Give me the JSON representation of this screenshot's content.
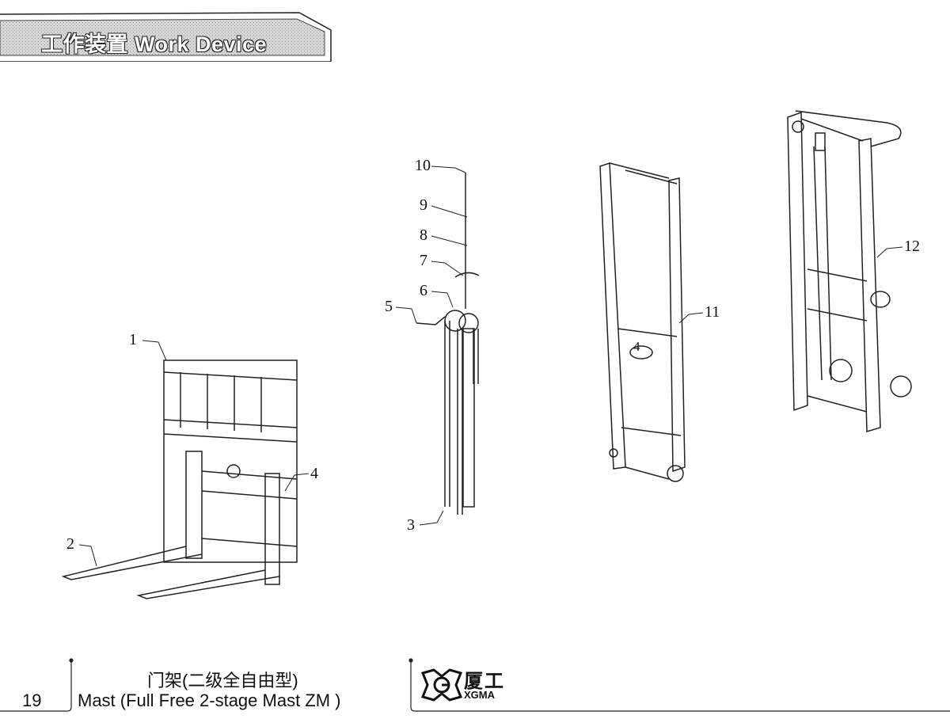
{
  "header": {
    "title": "工作装置 Work Device"
  },
  "callouts": [
    "1",
    "2",
    "3",
    "4",
    "5",
    "6",
    "7",
    "8",
    "9",
    "10",
    "11",
    "12",
    "4"
  ],
  "footer": {
    "page_number": "19",
    "caption_cn": "门架(二级全自由型)",
    "caption_en": "Mast (Full Free 2-stage Mast ZM )",
    "logo_cn": "厦工",
    "logo_en": "XGMA"
  }
}
